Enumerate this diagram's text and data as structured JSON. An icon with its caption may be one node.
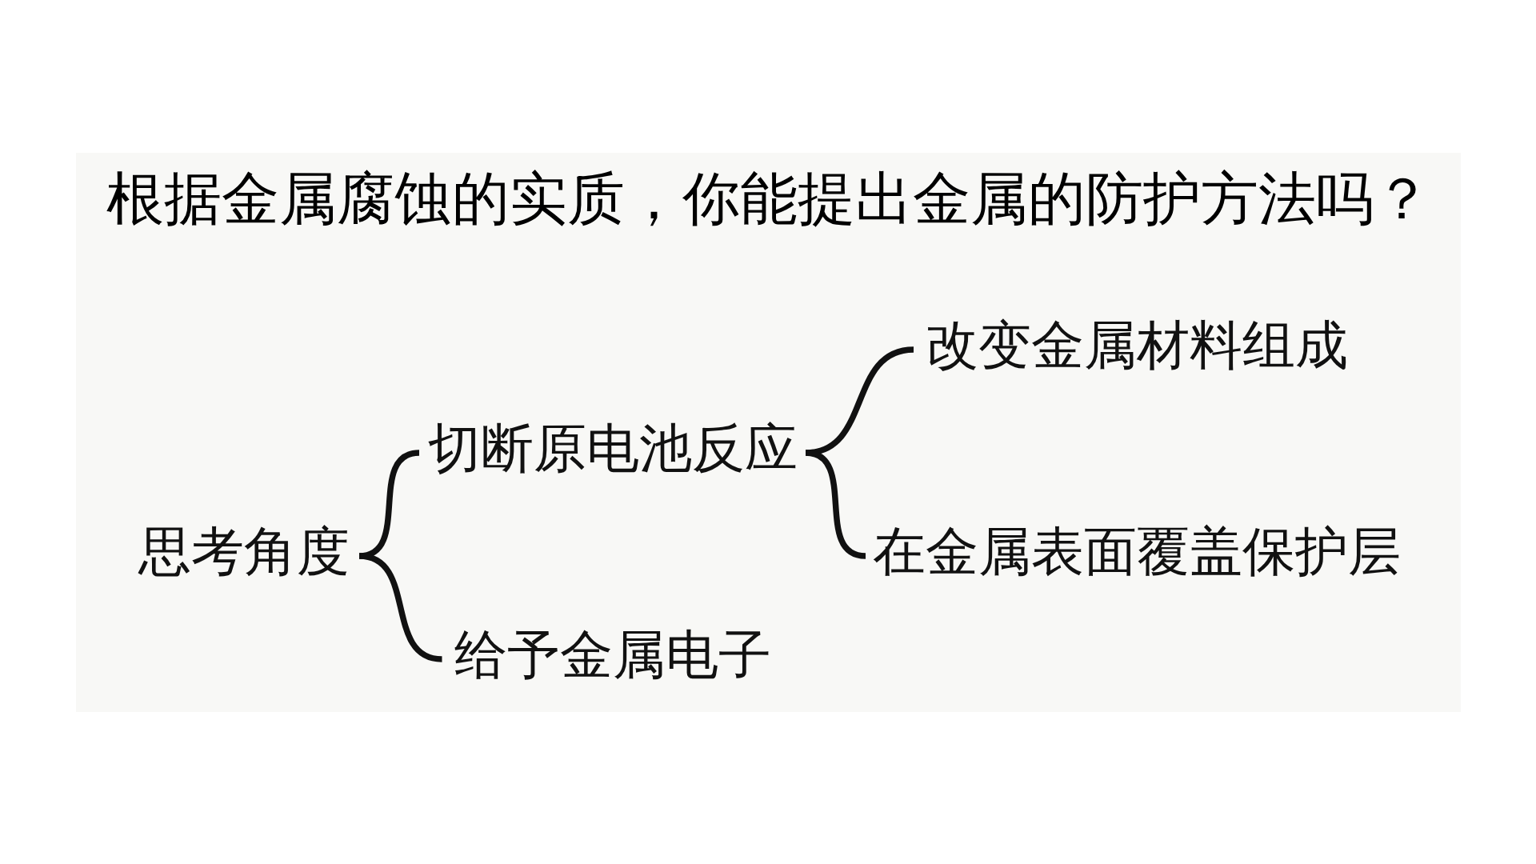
{
  "diagram": {
    "title": "根据金属腐蚀的实质，你能提出金属的防护方法吗？",
    "nodes": [
      {
        "text": [
          "思考角度"
        ]
      },
      {
        "text": [
          "切断原电池反应"
        ]
      },
      {
        "text": [
          "给予金属电子"
        ]
      },
      {
        "text": [
          "改变金属材料组成"
        ]
      },
      {
        "text": [
          "在金属表面覆盖保护层"
        ]
      }
    ],
    "edges": [
      {
        "from": 0,
        "to": 1,
        "arrow": "none"
      },
      {
        "from": 0,
        "to": 2,
        "arrow": "none"
      },
      {
        "from": 1,
        "to": 3,
        "arrow": "none"
      },
      {
        "from": 1,
        "to": 4,
        "arrow": "none"
      }
    ]
  }
}
